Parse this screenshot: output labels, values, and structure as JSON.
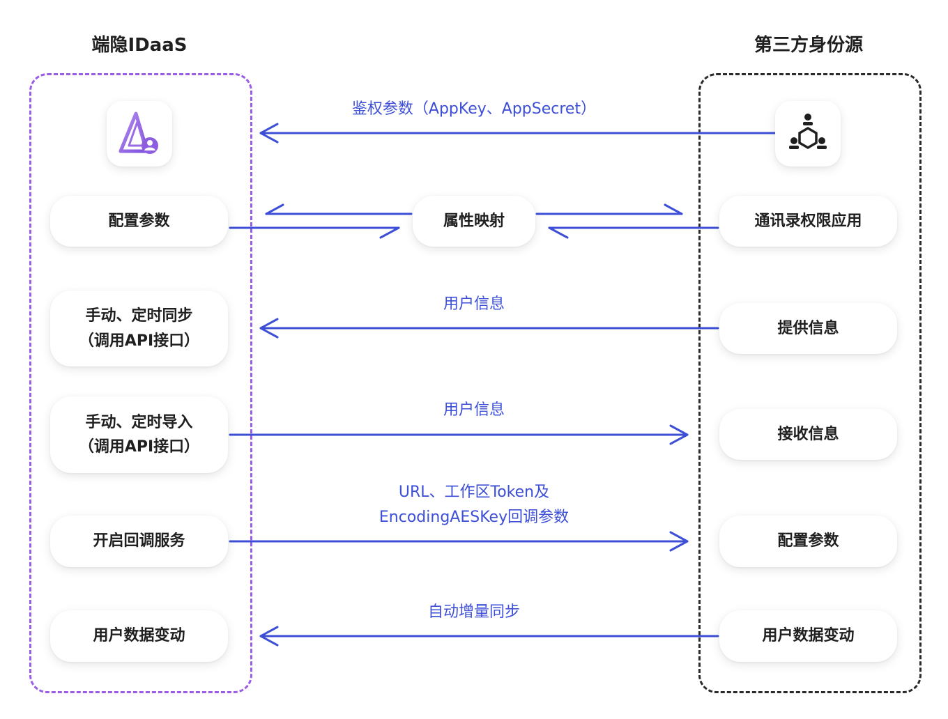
{
  "left": {
    "title": "端隐IDaaS",
    "logo_icon": "idaas-logo-icon",
    "cards": {
      "config": "配置参数",
      "sync_line1": "手动、定时同步",
      "sync_line2": "（调用API接口）",
      "import_line1": "手动、定时导入",
      "import_line2": "（调用API接口）",
      "callback": "开启回调服务",
      "change": "用户数据变动"
    }
  },
  "right": {
    "title": "第三方身份源",
    "logo_icon": "identity-source-network-icon",
    "cards": {
      "app": "通讯录权限应用",
      "provide": "提供信息",
      "receive": "接收信息",
      "config": "配置参数",
      "change": "用户数据变动"
    }
  },
  "center": {
    "mapping": "属性映射"
  },
  "flows": {
    "auth": "鉴权参数（AppKey、AppSecret）",
    "user_info_1": "用户信息",
    "user_info_2": "用户信息",
    "callback_line1": "URL、工作区Token及",
    "callback_line2": "EncodingAESKey回调参数",
    "incremental": "自动增量同步"
  },
  "colors": {
    "arrow": "#3d4fd6",
    "left_border": "#9b5de5",
    "right_border": "#2b2b2b",
    "label": "#3d4fd6"
  }
}
